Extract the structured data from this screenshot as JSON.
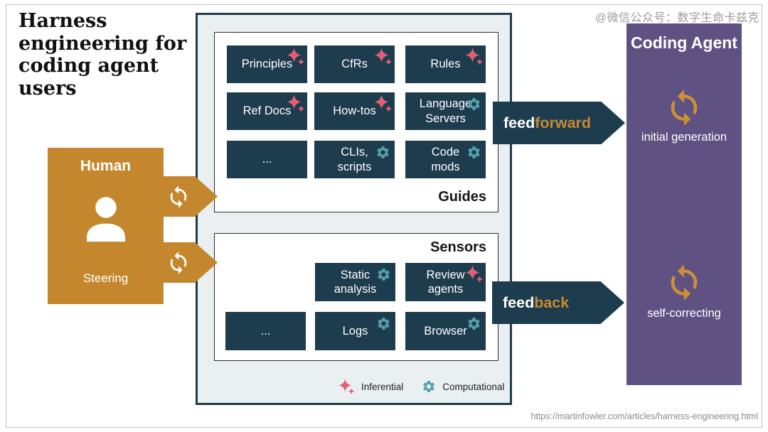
{
  "title": "Harness engineering for coding agent users",
  "watermark": "@微信公众号：数字生命卡兹克",
  "source_url": "https://martinfowler.com/articles/harness-engineering.html",
  "human": {
    "title": "Human",
    "caption": "Steering",
    "icon": "person-icon",
    "arrow_icons": "cycle-arrows"
  },
  "guides": {
    "label": "Guides",
    "cards": [
      {
        "label": "Principles",
        "icon": "inferential"
      },
      {
        "label": "CfRs",
        "icon": "inferential"
      },
      {
        "label": "Rules",
        "icon": "inferential"
      },
      {
        "label": "Ref Docs",
        "icon": "inferential"
      },
      {
        "label": "How-tos",
        "icon": "inferential"
      },
      {
        "label": "Language Servers",
        "icon": "computational"
      },
      {
        "label": "...",
        "icon": null
      },
      {
        "label": "CLIs, scripts",
        "icon": "computational"
      },
      {
        "label": "Code mods",
        "icon": "computational"
      }
    ]
  },
  "sensors": {
    "label": "Sensors",
    "cards": [
      {
        "label": "Static analysis",
        "icon": "computational"
      },
      {
        "label": "Review agents",
        "icon": "inferential"
      },
      {
        "label": "...",
        "icon": null
      },
      {
        "label": "Logs",
        "icon": "computational"
      },
      {
        "label": "Browser",
        "icon": "computational"
      }
    ]
  },
  "arrows": {
    "feedforward": {
      "prefix": "feed",
      "suffix": "forward"
    },
    "feedback": {
      "prefix": "feed",
      "suffix": "back"
    }
  },
  "agent": {
    "title": "Coding Agent",
    "top_caption": "initial generation",
    "bottom_caption": "self-correcting"
  },
  "legend": {
    "inferential": "Inferential",
    "computational": "Computational"
  },
  "colors": {
    "dark_teal": "#1d3c4e",
    "gold": "#c5872e",
    "purple": "#5f5282",
    "sparkle_pink": "#e25f73",
    "gear_teal": "#53a0ad",
    "harness_bg": "#eaeff1"
  }
}
